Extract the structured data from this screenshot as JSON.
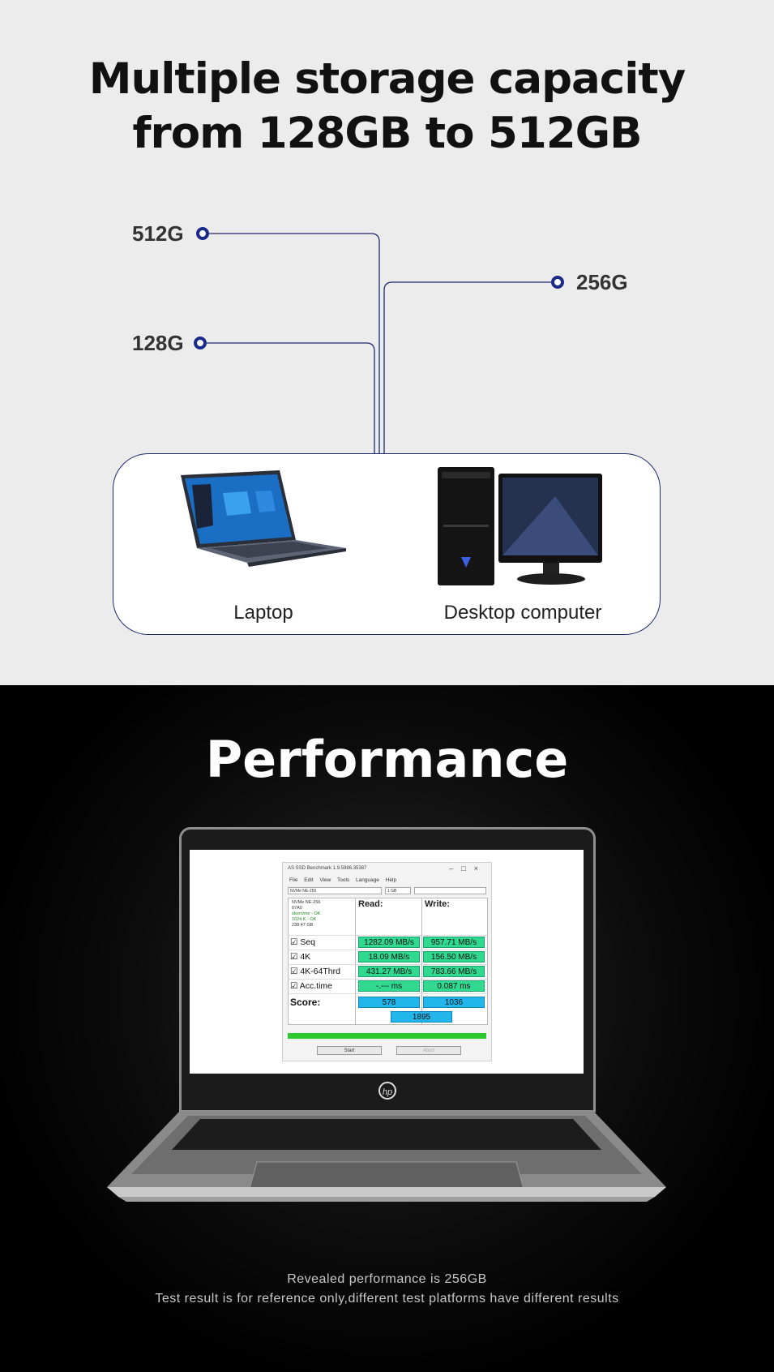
{
  "storage": {
    "title_line1": "Multiple storage capacity",
    "title_line2": "from 128GB to 512GB",
    "capacities": [
      "512G",
      "256G",
      "128G"
    ],
    "devices": [
      "Laptop",
      "Desktop computer"
    ],
    "line_color": "#1f2a6e"
  },
  "performance": {
    "title": "Performance",
    "note1": "Revealed performance is 256GB",
    "note2": "Test result is for reference only,different test platforms have different results"
  },
  "benchmark": {
    "window_title": "AS SSD Benchmark 1.9.5986.35387",
    "menu": [
      "File",
      "Edit",
      "View",
      "Tools",
      "Language",
      "Help"
    ],
    "drive_select": "NVMe NE-256",
    "size_select": "1 GB",
    "drive_info": [
      "NVMe NE-256",
      "07A0",
      "stornvme - OK",
      "1024 K - OK",
      "238.47 GB"
    ],
    "read_label": "Read:",
    "write_label": "Write:",
    "rows": [
      {
        "label": "Seq",
        "read": "1282.09 MB/s",
        "write": "957.71 MB/s"
      },
      {
        "label": "4K",
        "read": "18.09 MB/s",
        "write": "156.50 MB/s"
      },
      {
        "label": "4K-64Thrd",
        "read": "431.27 MB/s",
        "write": "783.66 MB/s"
      },
      {
        "label": "Acc.time",
        "read": "-.--- ms",
        "write": "0.087 ms"
      }
    ],
    "score_label": "Score:",
    "score_read": "578",
    "score_write": "1036",
    "score_total": "1895",
    "start_label": "Start",
    "abort_label": "Abort",
    "progress": 1.0
  }
}
